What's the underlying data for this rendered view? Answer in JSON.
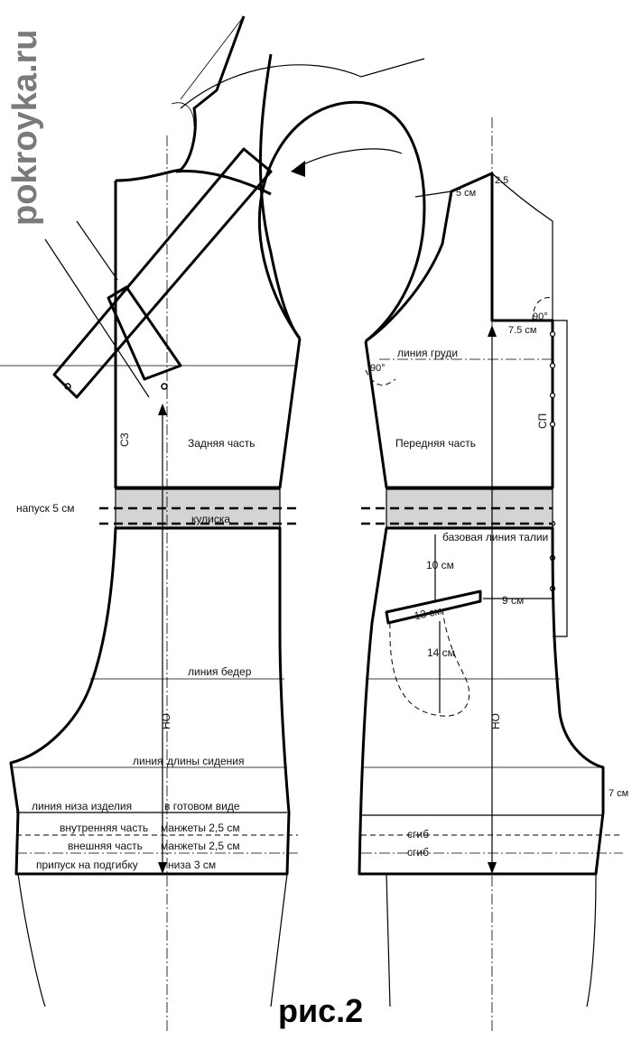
{
  "watermark": "pokroyka.ru",
  "caption": "рис.2",
  "back_panel": {
    "title": "Задняя часть",
    "side_seam": "СЗ",
    "grainline": "НО",
    "allowance": "напуск 5 см",
    "casing": "кулиска",
    "hip_line": "линия бедер",
    "seat_line_a": "линия",
    "seat_line_b": "длины сидения",
    "hem_line_a": "линия низа изделия",
    "hem_line_b": "в готовом виде",
    "inner_cuff_a": "внутренняя часть",
    "inner_cuff_b": "манжеты 2,5 см",
    "outer_cuff_a": "внешняя часть",
    "outer_cuff_b": "манжеты 2,5 см",
    "hem_allowance_a": "припуск на подгибку",
    "hem_allowance_b": "низа 3 см"
  },
  "front_panel": {
    "title": "Передняя часть",
    "center_front": "СП",
    "grainline": "НО",
    "bust_line": "линия груди",
    "waist_line": "базовая линия талии",
    "angle_shoulder": "90°",
    "angle_armhole": "90°",
    "shoulder_5": "5 см",
    "shoulder_2_5": "2.5",
    "neck_7_5": "7.5 см",
    "pocket_down": "10 см",
    "pocket_width": "13 см",
    "pocket_offset": "9 см",
    "pocket_depth": "14 см",
    "fold_1": "сгиб",
    "fold_2": "сгиб",
    "side_7": "7 см"
  }
}
